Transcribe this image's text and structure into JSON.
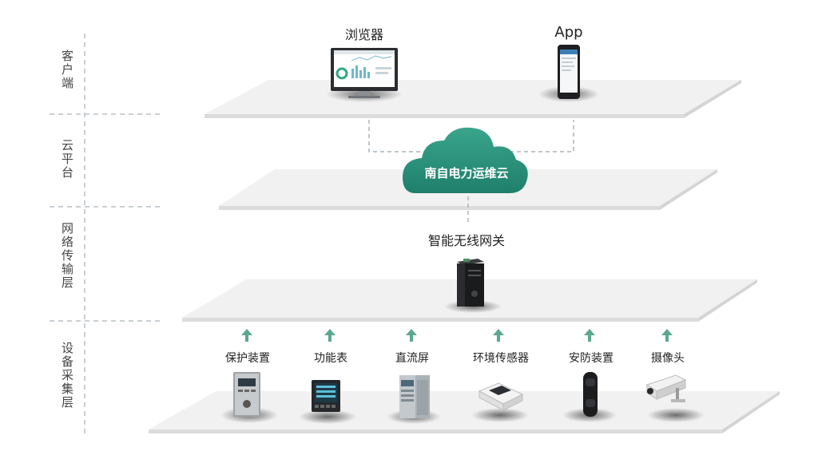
{
  "layers": {
    "client": "客户端",
    "cloud": "云平台",
    "network": "网络传输层",
    "device": "设备采集层"
  },
  "client": {
    "browser_label": "浏览器",
    "app_label": "App"
  },
  "cloud": {
    "name": "南自电力运维云"
  },
  "gateway": {
    "label": "智能无线网关"
  },
  "devices": [
    {
      "label": "保护装置",
      "icon": "protection-device-icon"
    },
    {
      "label": "功能表",
      "icon": "power-meter-icon"
    },
    {
      "label": "直流屏",
      "icon": "dc-panel-icon"
    },
    {
      "label": "环境传感器",
      "icon": "environment-sensor-icon"
    },
    {
      "label": "安防装置",
      "icon": "security-device-icon"
    },
    {
      "label": "摄像头",
      "icon": "camera-icon"
    }
  ],
  "colors": {
    "cloud": "#2a8f7a",
    "arrow": "#5aa98c",
    "dash": "#aab4bb",
    "platform_top": "#efefef",
    "platform_edge": "#dcdcdc"
  }
}
